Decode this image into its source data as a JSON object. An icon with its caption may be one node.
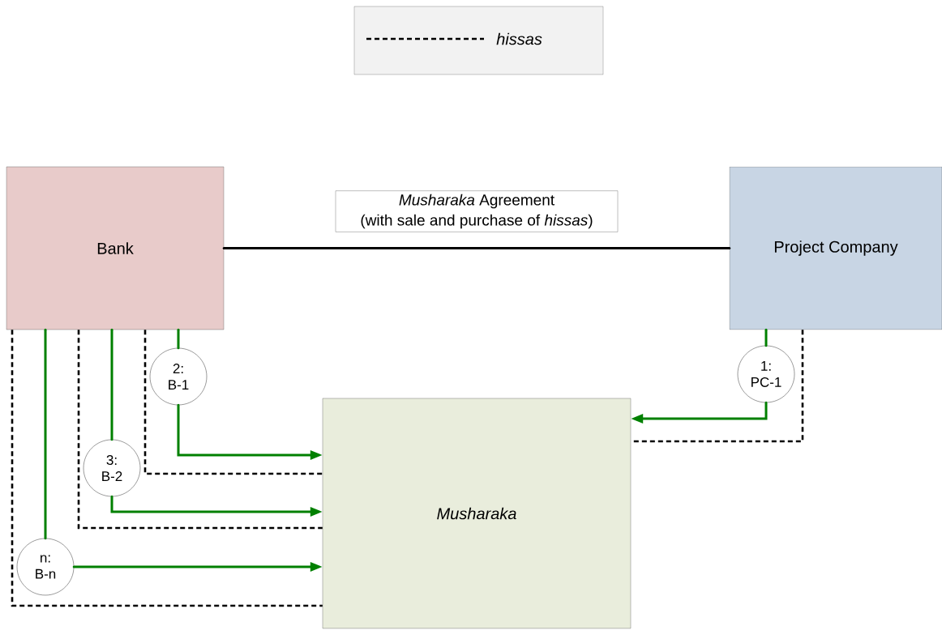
{
  "diagram": {
    "nodes": [
      {
        "text": [
          "Bank"
        ]
      },
      {
        "text": [
          "Project Company"
        ]
      },
      {
        "text": [
          "Musharaka"
        ]
      },
      {
        "text": [
          "2: B-1"
        ]
      },
      {
        "text": [
          "3: B-2"
        ]
      },
      {
        "text": [
          "n: B-n"
        ]
      },
      {
        "text": [
          "1: PC-1"
        ]
      }
    ],
    "edges": [
      {
        "from": 0,
        "to": 1,
        "arrow": "none",
        "label": "*Musharaka* Agreement (with sale and purchase of *hissas*)",
        "color": "#000000"
      },
      {
        "from": 0,
        "to": 3,
        "arrow": "none"
      },
      {
        "from": 3,
        "to": 2,
        "arrow": "to"
      },
      {
        "from": 0,
        "to": 2,
        "arrow": "none",
        "style": "dashed",
        "color": "#000000"
      },
      {
        "from": 0,
        "to": 4,
        "arrow": "none"
      },
      {
        "from": 4,
        "to": 2,
        "arrow": "to"
      },
      {
        "from": 0,
        "to": 2,
        "arrow": "none",
        "style": "dashed",
        "color": "#000000"
      },
      {
        "from": 0,
        "to": 5,
        "arrow": "none"
      },
      {
        "from": 5,
        "to": 2,
        "arrow": "to"
      },
      {
        "from": 0,
        "to": 2,
        "arrow": "none",
        "style": "dashed",
        "color": "#000000"
      },
      {
        "from": 1,
        "to": 6,
        "arrow": "none"
      },
      {
        "from": 6,
        "to": 2,
        "arrow": "to"
      },
      {
        "from": 1,
        "to": 2,
        "arrow": "none",
        "style": "dashed",
        "color": "#000000"
      }
    ],
    "legend": [
      {
        "text": "hissas"
      }
    ]
  }
}
